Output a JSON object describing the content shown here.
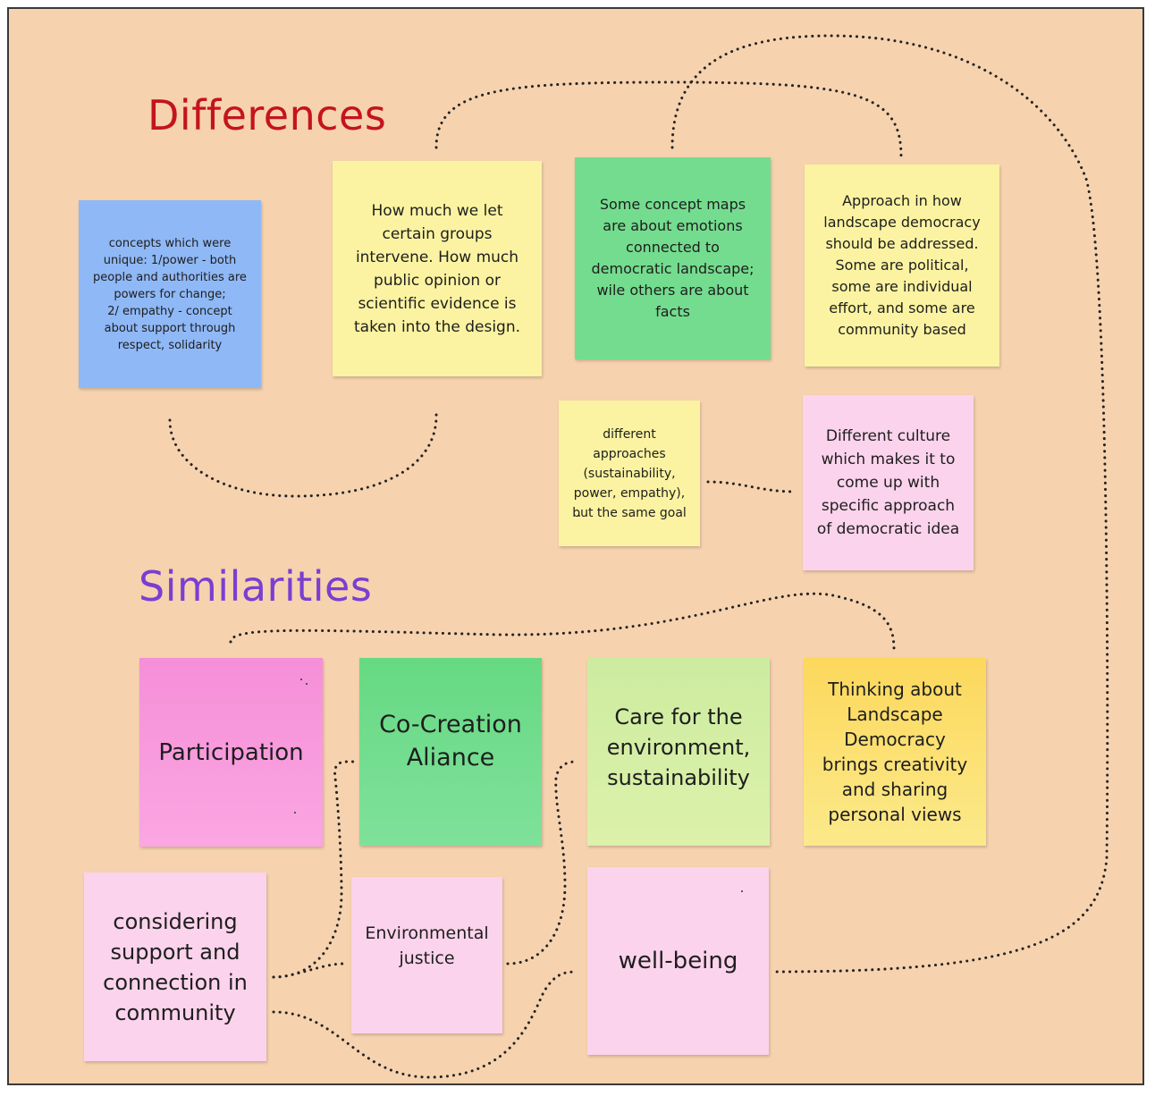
{
  "colors": {
    "background": "#f6d2ae",
    "differences_heading": "#c4141b",
    "similarities_heading": "#7a3fd1",
    "connector": "#222222",
    "sticky_blue": "#8fb8f6",
    "sticky_yellow": "#fbf3a1",
    "sticky_green": "#74dc8e",
    "sticky_pink": "#fbd3ec",
    "sticky_magenta": "#f79fdd",
    "sticky_light_green": "#d8efa6",
    "sticky_gold": "#fbe370"
  },
  "headings": {
    "differences": "Differences",
    "similarities": "Similarities"
  },
  "notes": {
    "unique_concepts": "concepts which were unique: 1/power - both people and authorities are powers for change;\n2/ empathy - concept about support through respect, solidarity",
    "groups_intervene": "How much we let certain groups intervene. How much public opinion or scientific evidence is taken into the design.",
    "emotions_facts": "Some concept maps are about emotions connected to democratic landscape; wile others are about facts",
    "approach_addressed": "Approach in how landscape democracy should be addressed. Some are political, some are individual effort, and some are community based",
    "same_goal": "different approaches (sustainability, power, empathy), but the same goal",
    "different_culture": "Different culture which makes it to come up with specific approach of democratic idea",
    "participation": "Participation",
    "co_creation": "Co-Creation Aliance",
    "care_environment": "Care for the environment, sustainability",
    "creativity": "Thinking about Landscape Democracy brings creativity and sharing personal views",
    "community_support": "considering support and connection in community",
    "environmental_justice": "Environmental justice",
    "well_being": "well-being"
  }
}
